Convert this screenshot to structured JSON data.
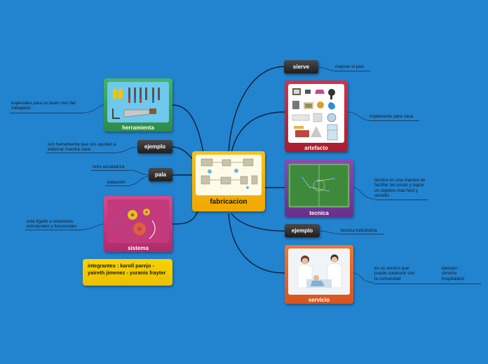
{
  "central": {
    "title": "fabricacion"
  },
  "left": {
    "herramienta": {
      "label": "herramienta",
      "note": "especiales para un buen vivir del trabajador"
    },
    "ejemplo": {
      "label": "ejemplo",
      "note": "son herramienta que nos ayudan a elaborar nuestra casa"
    },
    "pala": {
      "label": "pala",
      "note1": "retro escaladora",
      "note2": "palaustre"
    },
    "sistema": {
      "label": "sistema",
      "note": "esta ligado a relaciones estruturales y funcionales"
    },
    "integrantes": {
      "text": "integrantes : karoll parejo - yaireth jimenez - yuranis frayter"
    }
  },
  "right": {
    "sierve": {
      "label": "sierve",
      "note": "mejorar el pais"
    },
    "artefacto": {
      "label": "artefacto",
      "note": "implemento para casa"
    },
    "tecnica": {
      "label": "tecnica",
      "note": "tecnica es una manera de facilitar las cosas y lograr un objetivo mas facil y censillo"
    },
    "ejemplo": {
      "label": "ejemplo",
      "note": "tecnica futbolistica"
    },
    "servicio": {
      "label": "servicio",
      "note1": "es un servico que puede colaborar con la comunidad",
      "note2": "ejemplo : servicio hospitalario"
    }
  },
  "colors": {
    "background": "#2283cf",
    "herramienta": "#3aa55a",
    "artefacto": "#c42a3c",
    "tecnica": "#7b3fa0",
    "sistema": "#c8357b",
    "servicio": "#e8622a",
    "central": "#f6b400",
    "integrantes": "#f3cf00"
  }
}
